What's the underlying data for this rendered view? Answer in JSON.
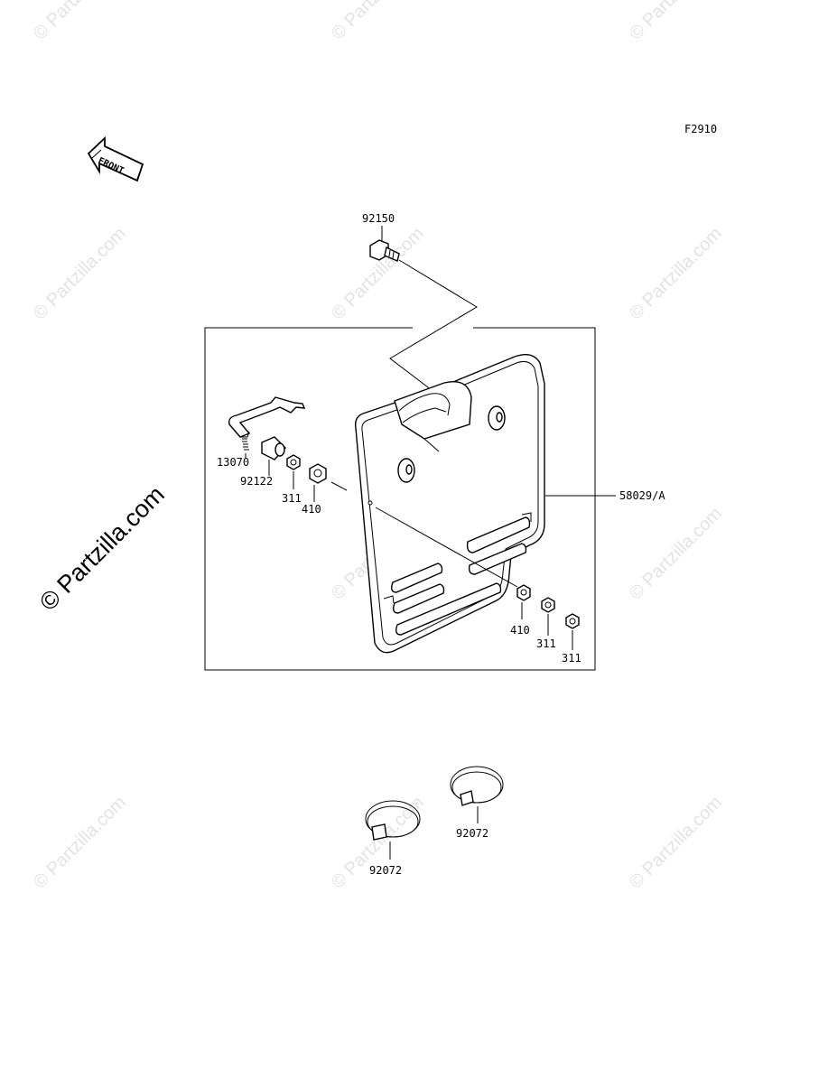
{
  "diagram": {
    "figure_code": "F2910",
    "front_label": "FRONT",
    "watermark": "© Partzilla.com",
    "parts": {
      "bolt": "92150",
      "bracket_bolt": "13070",
      "collar": "92122",
      "nut_a": "311",
      "washer_a": "410",
      "number_plate": "58029/A",
      "washer_b": "410",
      "nut_b": "311",
      "nut_c": "311",
      "band_right": "92072",
      "band_left": "92072"
    }
  }
}
